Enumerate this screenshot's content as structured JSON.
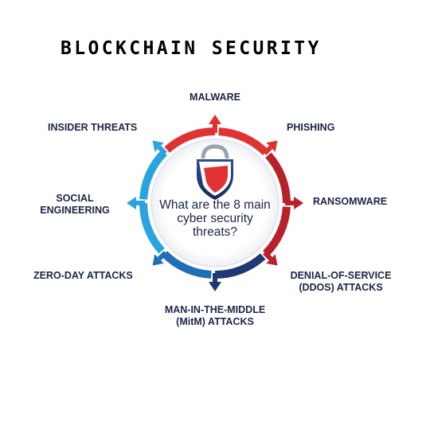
{
  "title": "BLOCKCHAIN SECURITY",
  "center_question": [
    "What are the 8 main",
    "cyber security",
    "threats?"
  ],
  "colors": {
    "red": "#e03232",
    "dark_red": "#b8202a",
    "dark_blue": "#1f3a73",
    "mid_blue": "#1f6fb5",
    "light_blue": "#2aa3df",
    "text": "#1b2547"
  },
  "threats": [
    {
      "id": "malware",
      "lines": [
        "MALWARE"
      ]
    },
    {
      "id": "phishing",
      "lines": [
        "PHISHING"
      ]
    },
    {
      "id": "ransomware",
      "lines": [
        "RANSOMWARE"
      ]
    },
    {
      "id": "ddos",
      "lines": [
        "DENIAL-OF-SERVICE",
        "(DDOS) ATTACKS"
      ]
    },
    {
      "id": "mitm",
      "lines": [
        "MAN-IN-THE-MIDDLE",
        "(MitM) ATTACKS"
      ]
    },
    {
      "id": "zero-day",
      "lines": [
        "ZERO-DAY ATTACKS"
      ]
    },
    {
      "id": "social-engineering",
      "lines": [
        "SOCIAL",
        "ENGINEERING"
      ]
    },
    {
      "id": "insider-threats",
      "lines": [
        "INSIDER THREATS"
      ]
    }
  ],
  "icons": {
    "center": "shield-lock-icon"
  }
}
